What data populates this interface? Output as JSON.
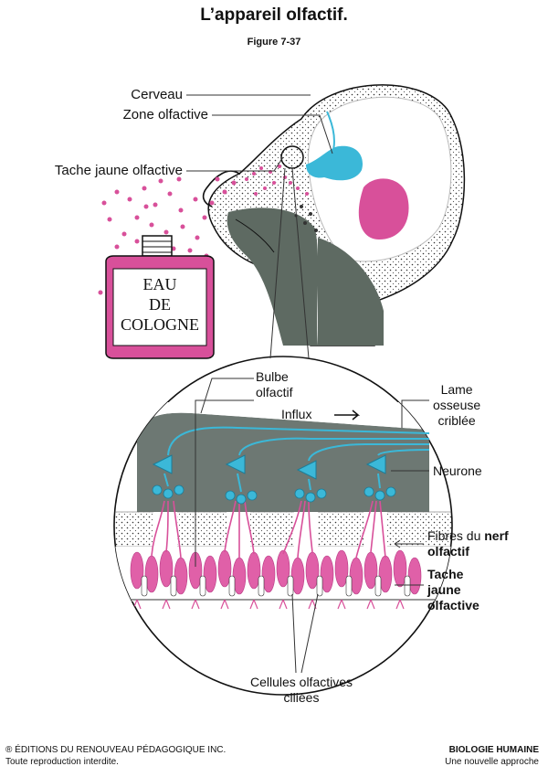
{
  "header": {
    "title": "L’appareil olfactif.",
    "figure": "Figure 7-37"
  },
  "labels": {
    "cerveau": "Cerveau",
    "zone_olfactive": "Zone olfactive",
    "tache_jaune_olfactive": "Tache jaune olfactive",
    "bulbe_olfactif_1": "Bulbe",
    "bulbe_olfactif_2": "olfactif",
    "lame_1": "Lame",
    "lame_2": "osseuse",
    "lame_3": "criblée",
    "influx": "Influx",
    "neurone": "Neurone",
    "fibres_1": "Fibres du",
    "fibres_bold": "nerf",
    "fibres_2": "olfactif",
    "tache_1": "Tache",
    "tache_2": "jaune",
    "tache_3": "olfactive",
    "cellules_1": "Cellules olfactives",
    "cellules_2": "ciliées"
  },
  "bottle": {
    "line1": "EAU",
    "line2": "DE",
    "line3": "COLOGNE"
  },
  "footer": {
    "publisher": "® ÉDITIONS DU RENOUVEAU PÉDAGOGIQUE INC.",
    "rights": "Toute reproduction interdite.",
    "book_title": "BIOLOGIE HUMAINE",
    "book_subtitle": "Une nouvelle approche"
  },
  "colors": {
    "pink": "#d8509a",
    "cyan": "#3bb8d8",
    "head_gray": "#5e6a62",
    "outline": "#111111"
  }
}
